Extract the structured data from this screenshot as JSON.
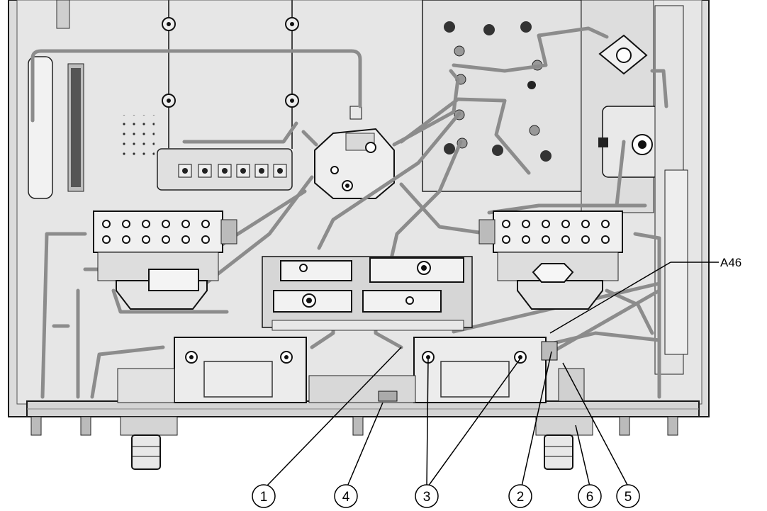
{
  "diagram": {
    "reference_label": "A46",
    "callouts": [
      {
        "number": "1"
      },
      {
        "number": "4"
      },
      {
        "number": "3"
      },
      {
        "number": "2"
      },
      {
        "number": "6"
      },
      {
        "number": "5"
      }
    ],
    "colors": {
      "chassis": "#dcdcdc",
      "panel": "#e8e8e8",
      "metal": "#c8c8c8",
      "shadow": "#9a9a9a",
      "outline": "#1a1a1a",
      "hole": "#2b2b2b",
      "cable": "#8c8c8c"
    }
  }
}
